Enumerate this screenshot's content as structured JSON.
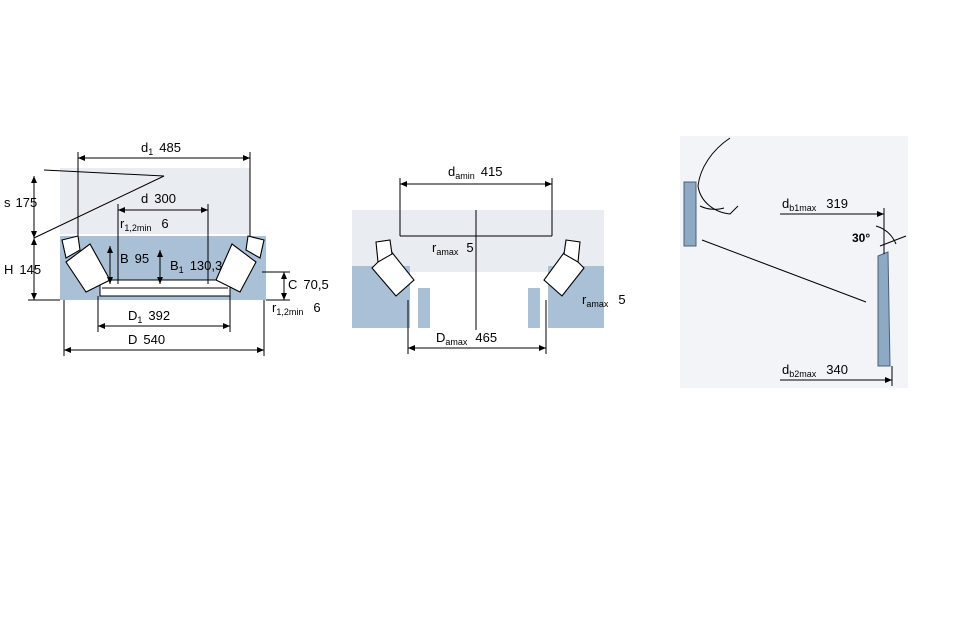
{
  "drawing1": {
    "d1": {
      "sym": "d",
      "sub": "1",
      "val": "485"
    },
    "s": {
      "sym": "s",
      "val": "175"
    },
    "d": {
      "sym": "d",
      "val": "300"
    },
    "r12a": {
      "sym": "r",
      "sub": "1,2min",
      "val": "6"
    },
    "H": {
      "sym": "H",
      "val": "145"
    },
    "B": {
      "sym": "B",
      "val": "95"
    },
    "B1": {
      "sym": "B",
      "sub": "1",
      "val": "130,3"
    },
    "C": {
      "sym": "C",
      "val": "70,5"
    },
    "r12b": {
      "sym": "r",
      "sub": "1,2min",
      "val": "6"
    },
    "D1": {
      "sym": "D",
      "sub": "1",
      "val": "392"
    },
    "D": {
      "sym": "D",
      "val": "540"
    }
  },
  "drawing2": {
    "damin": {
      "sym": "d",
      "sub": "amin",
      "val": "415"
    },
    "ramax1": {
      "sym": "r",
      "sub": "amax",
      "val": "5"
    },
    "ramax2": {
      "sym": "r",
      "sub": "amax",
      "val": "5"
    },
    "Damax": {
      "sym": "D",
      "sub": "amax",
      "val": "465"
    }
  },
  "drawing3": {
    "db1max": {
      "sym": "d",
      "sub": "b1max",
      "val": "319"
    },
    "angle": "30°",
    "db2max": {
      "sym": "d",
      "sub": "b2max",
      "val": "340"
    }
  }
}
